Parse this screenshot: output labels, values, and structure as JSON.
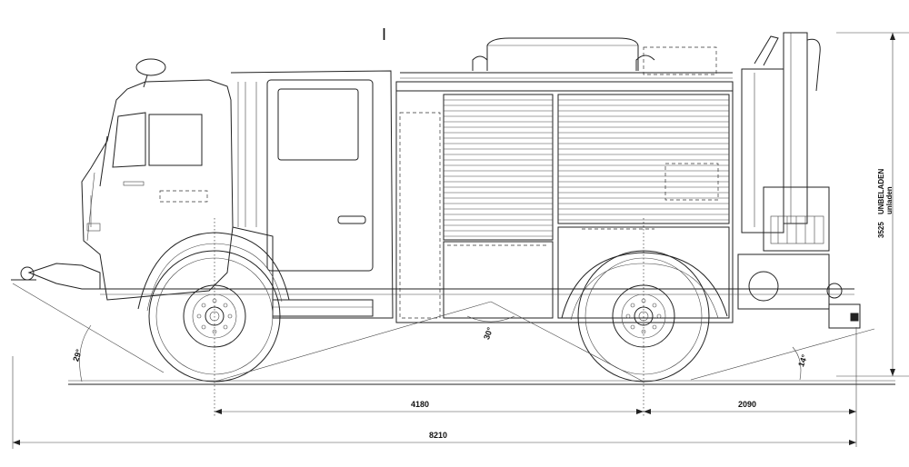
{
  "dimensions": {
    "wheelbase": "4180",
    "rear_overhang": "2090",
    "overall_length": "8210",
    "height": "3525"
  },
  "height_label": {
    "line1": "UNBELADEN",
    "line2": "unladen"
  },
  "angles": {
    "approach": "29°",
    "ramp": "30°",
    "departure": "14°"
  },
  "marker": "I"
}
